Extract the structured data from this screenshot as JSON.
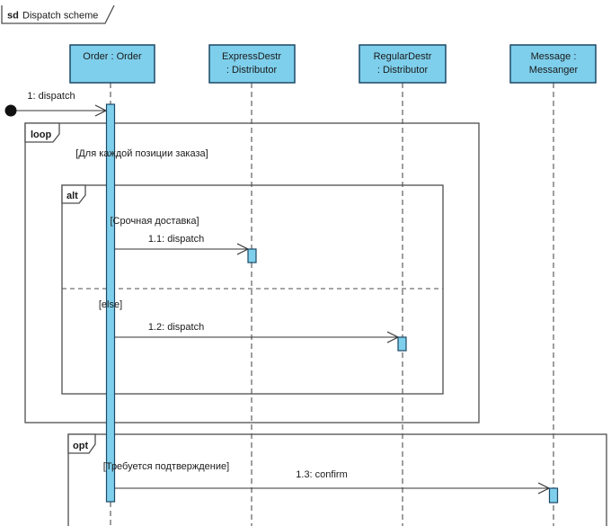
{
  "diagram": {
    "title": {
      "keyword": "sd",
      "name": "Dispatch scheme"
    },
    "lifelines": [
      {
        "id": "order",
        "line1": "Order : Order",
        "line2": ""
      },
      {
        "id": "express",
        "line1": "ExpressDestr",
        "line2": ": Distributor"
      },
      {
        "id": "regular",
        "line1": "RegularDestr",
        "line2": ": Distributor"
      },
      {
        "id": "message",
        "line1": "Message :",
        "line2": "Messanger"
      }
    ],
    "fragments": [
      {
        "operator": "loop",
        "guard": "[Для каждой позиции заказа]"
      },
      {
        "operator": "alt",
        "guard": "[Срочная доставка]",
        "else_guard": "[else]"
      },
      {
        "operator": "opt",
        "guard": "[Требуется подтверждение]"
      }
    ],
    "messages": [
      {
        "label": "1: dispatch",
        "type": "found",
        "from": "start-point",
        "to": "order"
      },
      {
        "label": "1.1: dispatch",
        "type": "async",
        "from": "order",
        "to": "express"
      },
      {
        "label": "1.2: dispatch",
        "type": "async",
        "from": "order",
        "to": "regular"
      },
      {
        "label": "1.3: confirm",
        "type": "async",
        "from": "order",
        "to": "message"
      }
    ],
    "colors": {
      "lifeline_fill": "#7ECFEC",
      "lifeline_border": "#1C4866",
      "frame_border": "#4E4E4E",
      "message_line": "#333333",
      "text": "#1A1A1A"
    }
  }
}
